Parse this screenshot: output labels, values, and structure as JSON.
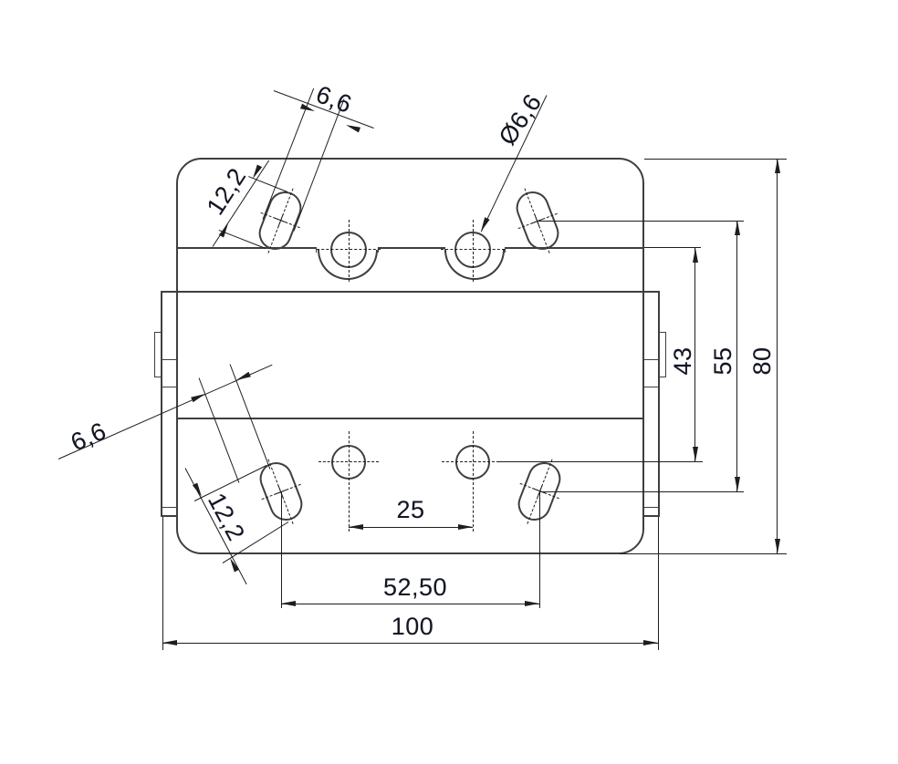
{
  "drawing": {
    "type": "technical-drawing",
    "colors": {
      "background": "#ffffff",
      "outline": "#3f3f3f",
      "dimension_lines": "#1e1e1e",
      "text": "#15151d"
    },
    "dimensions": {
      "top_slot_width": "6,6",
      "top_slot_length": "12,2",
      "hole_diameter": "Ø6,6",
      "bottom_slot_width": "6,6",
      "bottom_slot_length": "12,2",
      "hole_pitch_x": "25",
      "slot_pitch_x": "52,50",
      "overall_width": "100",
      "hole_rows_pitch_y": "43",
      "slot_rows_pitch_y": "55",
      "overall_height": "80"
    }
  }
}
